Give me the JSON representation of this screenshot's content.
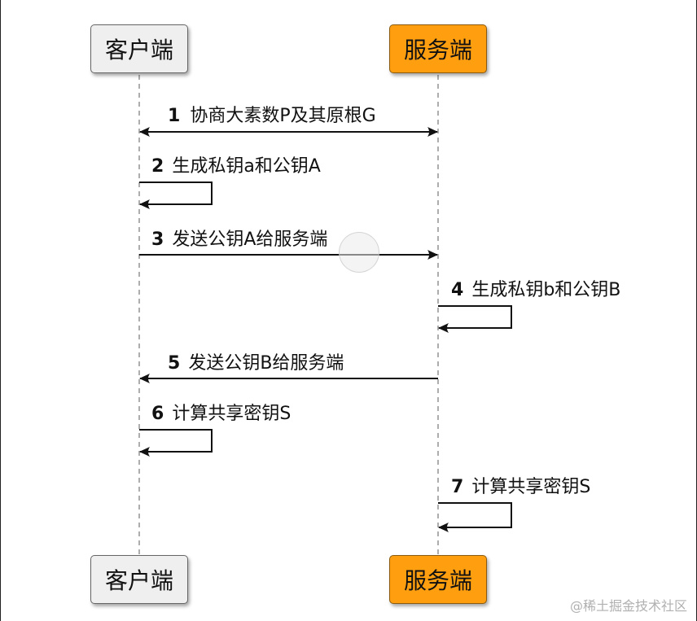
{
  "participants": {
    "client": "客户端",
    "server": "服务端"
  },
  "messages": [
    {
      "num": "1",
      "text": "协商大素数P及其原根G"
    },
    {
      "num": "2",
      "text": "生成私钥a和公钥A"
    },
    {
      "num": "3",
      "text": "发送公钥A给服务端"
    },
    {
      "num": "4",
      "text": "生成私钥b和公钥B"
    },
    {
      "num": "5",
      "text": "发送公钥B给服务端"
    },
    {
      "num": "6",
      "text": "计算共享密钥S"
    },
    {
      "num": "7",
      "text": "计算共享密钥S"
    }
  ],
  "watermark": "@稀土掘金技术社区",
  "colors": {
    "client_box": "#efefef",
    "server_box": "#ff9f0f"
  }
}
